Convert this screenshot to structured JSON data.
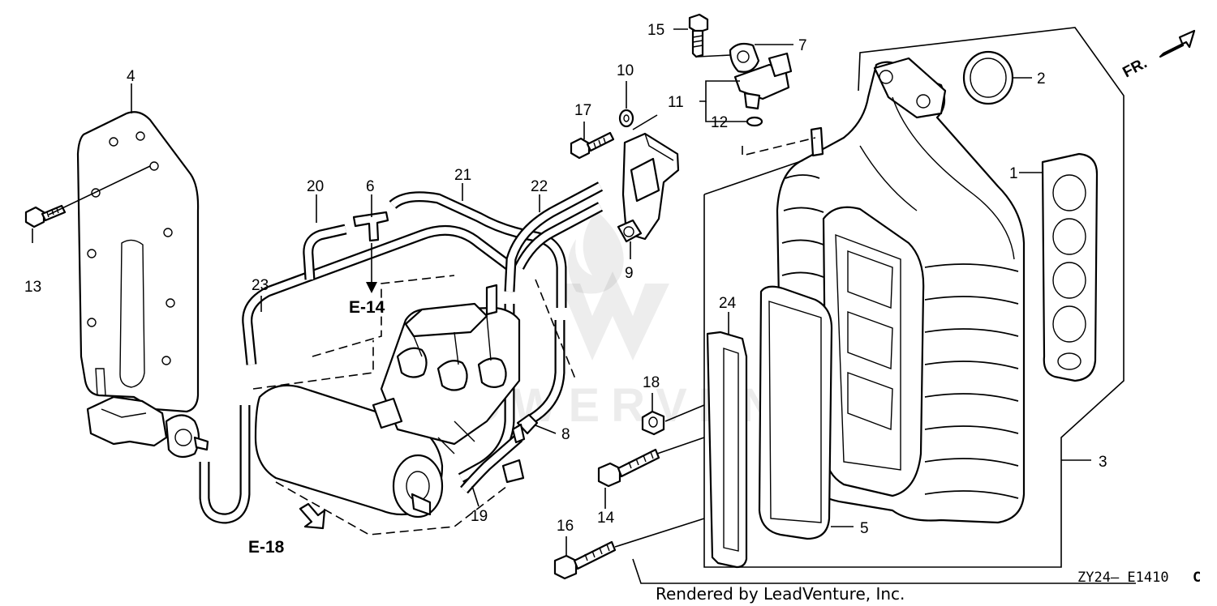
{
  "diagram": {
    "callouts": [
      {
        "id": "1",
        "label": "1"
      },
      {
        "id": "2",
        "label": "2"
      },
      {
        "id": "3",
        "label": "3"
      },
      {
        "id": "4",
        "label": "4"
      },
      {
        "id": "5",
        "label": "5"
      },
      {
        "id": "6",
        "label": "6"
      },
      {
        "id": "7",
        "label": "7"
      },
      {
        "id": "8",
        "label": "8"
      },
      {
        "id": "9",
        "label": "9"
      },
      {
        "id": "10",
        "label": "10"
      },
      {
        "id": "11",
        "label": "11"
      },
      {
        "id": "12",
        "label": "12"
      },
      {
        "id": "13",
        "label": "13"
      },
      {
        "id": "14",
        "label": "14"
      },
      {
        "id": "15",
        "label": "15"
      },
      {
        "id": "16",
        "label": "16"
      },
      {
        "id": "17",
        "label": "17"
      },
      {
        "id": "18",
        "label": "18"
      },
      {
        "id": "19",
        "label": "19"
      },
      {
        "id": "20",
        "label": "20"
      },
      {
        "id": "21",
        "label": "21"
      },
      {
        "id": "22",
        "label": "22"
      },
      {
        "id": "23",
        "label": "23"
      },
      {
        "id": "24",
        "label": "24"
      }
    ],
    "references": {
      "e14": "E-14",
      "e18": "E-18"
    },
    "direction_label": "FR.",
    "watermark": "POWERVENTURE",
    "footer": {
      "rendered_by": "Rendered by LeadVenture, Inc.",
      "diagram_code": "ZY24– E1410",
      "diagram_code_suffix": "C"
    }
  }
}
